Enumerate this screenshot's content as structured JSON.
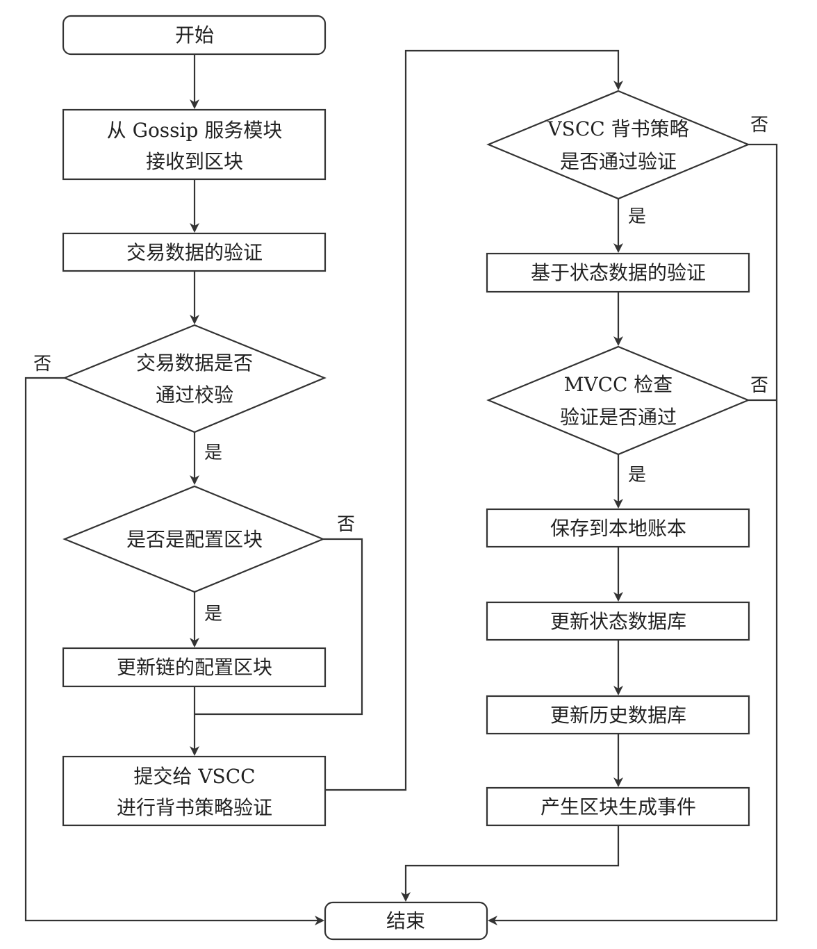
{
  "nodes": {
    "start": "开始",
    "receive_line1": "从 Gossip 服务模块",
    "receive_line2": "接收到区块",
    "tx_validate": "交易数据的验证",
    "tx_check_line1": "交易数据是否",
    "tx_check_line2": "通过校验",
    "is_config": "是否是配置区块",
    "update_config": "更新链的配置区块",
    "submit_line1": "提交给 VSCC",
    "submit_line2": "进行背书策略验证",
    "vscc_line1": "VSCC 背书策略",
    "vscc_line2": "是否通过验证",
    "state_validate": "基于状态数据的验证",
    "mvcc_line1": "MVCC 检查",
    "mvcc_line2": "验证是否通过",
    "save_ledger": "保存到本地账本",
    "update_state_db": "更新状态数据库",
    "update_history_db": "更新历史数据库",
    "emit_event": "产生区块生成事件",
    "end": "结束"
  },
  "branches": {
    "yes": "是",
    "no": "否"
  },
  "colors": {
    "line": "#333333",
    "text": "#222222",
    "fill": "#ffffff"
  }
}
